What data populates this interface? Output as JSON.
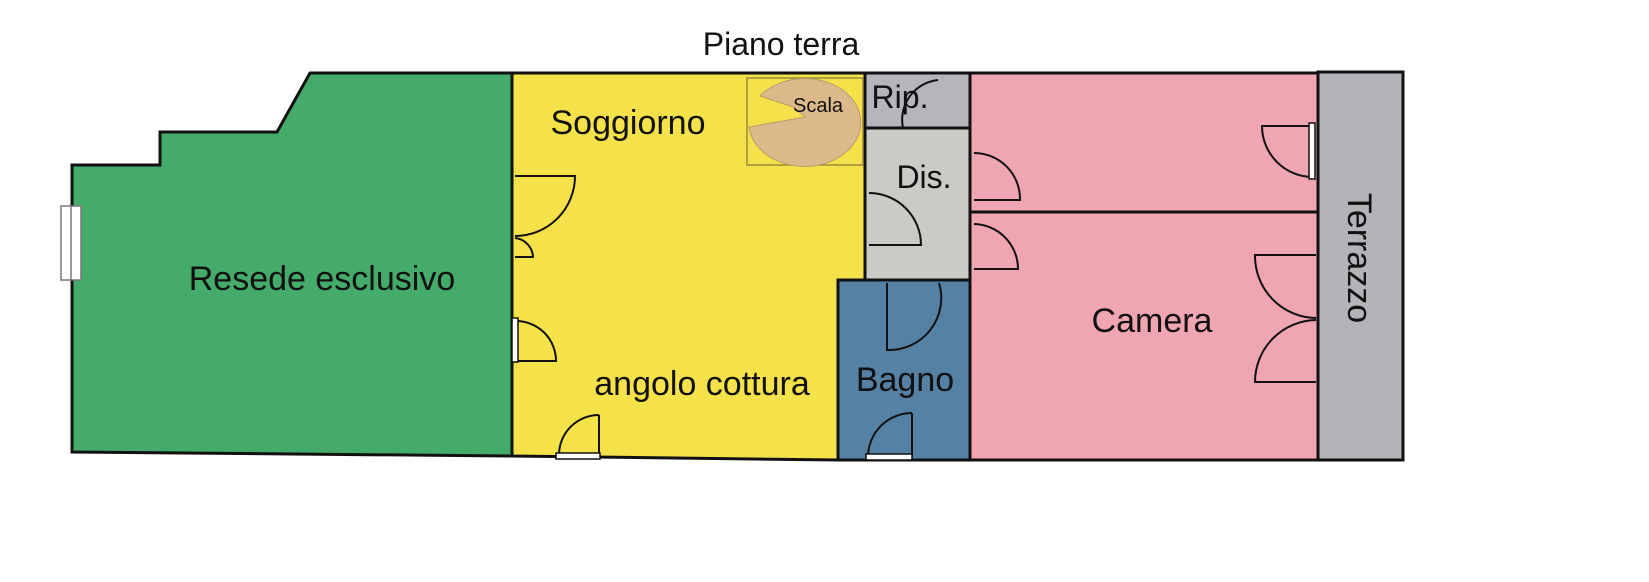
{
  "title": "Piano terra",
  "rooms": {
    "resede": {
      "label": "Resede esclusivo",
      "color": "#44ab6a"
    },
    "soggiorno": {
      "label": "Soggiorno",
      "color": "#f5e24a"
    },
    "cottura": {
      "label": "angolo cottura"
    },
    "scala": {
      "label": "Scala",
      "color": "#dcb98a"
    },
    "ripostiglio": {
      "label": "Rip.",
      "color": "#b5b5bb"
    },
    "disimpegno": {
      "label": "Dis.",
      "color": "#c9cbc6"
    },
    "bagno": {
      "label": "Bagno",
      "color": "#5581a4"
    },
    "camera": {
      "label": "Camera",
      "color": "#efa6b1"
    },
    "terrazzo": {
      "label": "Terrazzo",
      "color": "#b3b3b8"
    }
  }
}
